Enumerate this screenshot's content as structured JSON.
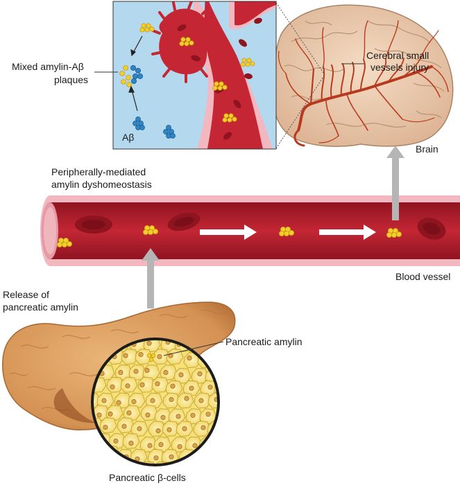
{
  "labels": {
    "mixed_plaques_line1": "Mixed amylin-Aβ",
    "mixed_plaques_line2": "plaques",
    "abeta": "Aβ",
    "cerebral_line1": "Cerebral small",
    "cerebral_line2": "vessels injury",
    "brain": "Brain",
    "peripheral_line1": "Peripherally-mediated",
    "peripheral_line2": "amylin dyshomeostasis",
    "blood_vessel": "Blood vessel",
    "release_line1": "Release of",
    "release_line2": "pancreatic amylin",
    "pancreatic_amylin": "Pancreatic amylin",
    "beta_cells": "Pancreatic β-cells"
  },
  "colors": {
    "vessel_wall": "#f2b7bf",
    "vessel_lumen": "#b01c2a",
    "red_cell": "#8e1420",
    "amylin": "#f3cf2e",
    "abeta": "#2f86c6",
    "inset_bg": "#b4d9ef",
    "brain": "#ecc9a9",
    "brain_vessels": "#b83a1e",
    "pancreas": "#d99a5d",
    "beta_cells": "#f3d96a",
    "arrow_gray": "#b5b5b5"
  }
}
